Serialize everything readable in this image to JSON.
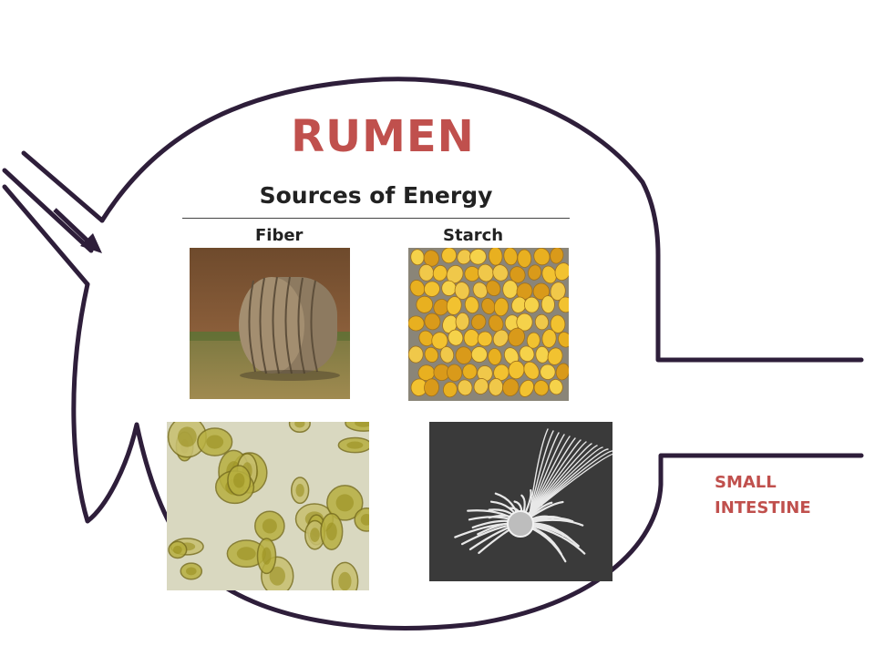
{
  "diagram": {
    "title": "RUMEN",
    "subtitle": "Sources of Energy",
    "columns": [
      {
        "label": "Fiber"
      },
      {
        "label": "Starch"
      }
    ],
    "small_intestine": {
      "line1": "SMALL",
      "line2": "INTESTINE"
    },
    "colors": {
      "title": "#c0504d",
      "outline": "#2e1e3a",
      "label": "#c0504d"
    },
    "images": [
      {
        "icon": "hay-bale-photo"
      },
      {
        "icon": "corn-kernels-photo"
      },
      {
        "icon": "protozoa-micrograph"
      },
      {
        "icon": "ciliate-sem-micrograph"
      }
    ]
  }
}
